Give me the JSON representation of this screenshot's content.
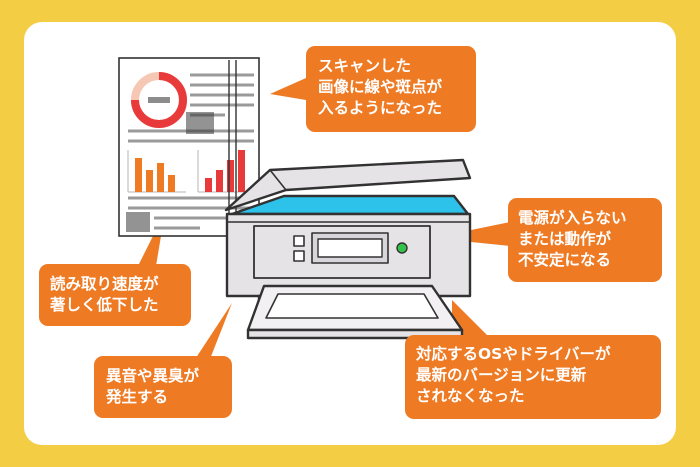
{
  "colors": {
    "frame": "#f3ce45",
    "card": "#ffffff",
    "bubble": "#ee7a24",
    "bubble_text": "#ffffff",
    "scanner_body": "#e6e3e6",
    "scanner_outline": "#323232",
    "scanner_glass": "#2cc2ea",
    "document_accent": "#e83a3a",
    "document_bars": "#ee7a24"
  },
  "callouts": {
    "scan_lines": "スキャンした\n画像に線や斑点が\n入るようになった",
    "power": "電源が入らない\nまたは動作が\n不安定になる",
    "speed": "読み取り速度が\n著しく低下した",
    "noise": "異音や異臭が\n発生する",
    "driver": "対応するOSやドライバーが\n最新のバージョンに更新\nされなくなった"
  }
}
